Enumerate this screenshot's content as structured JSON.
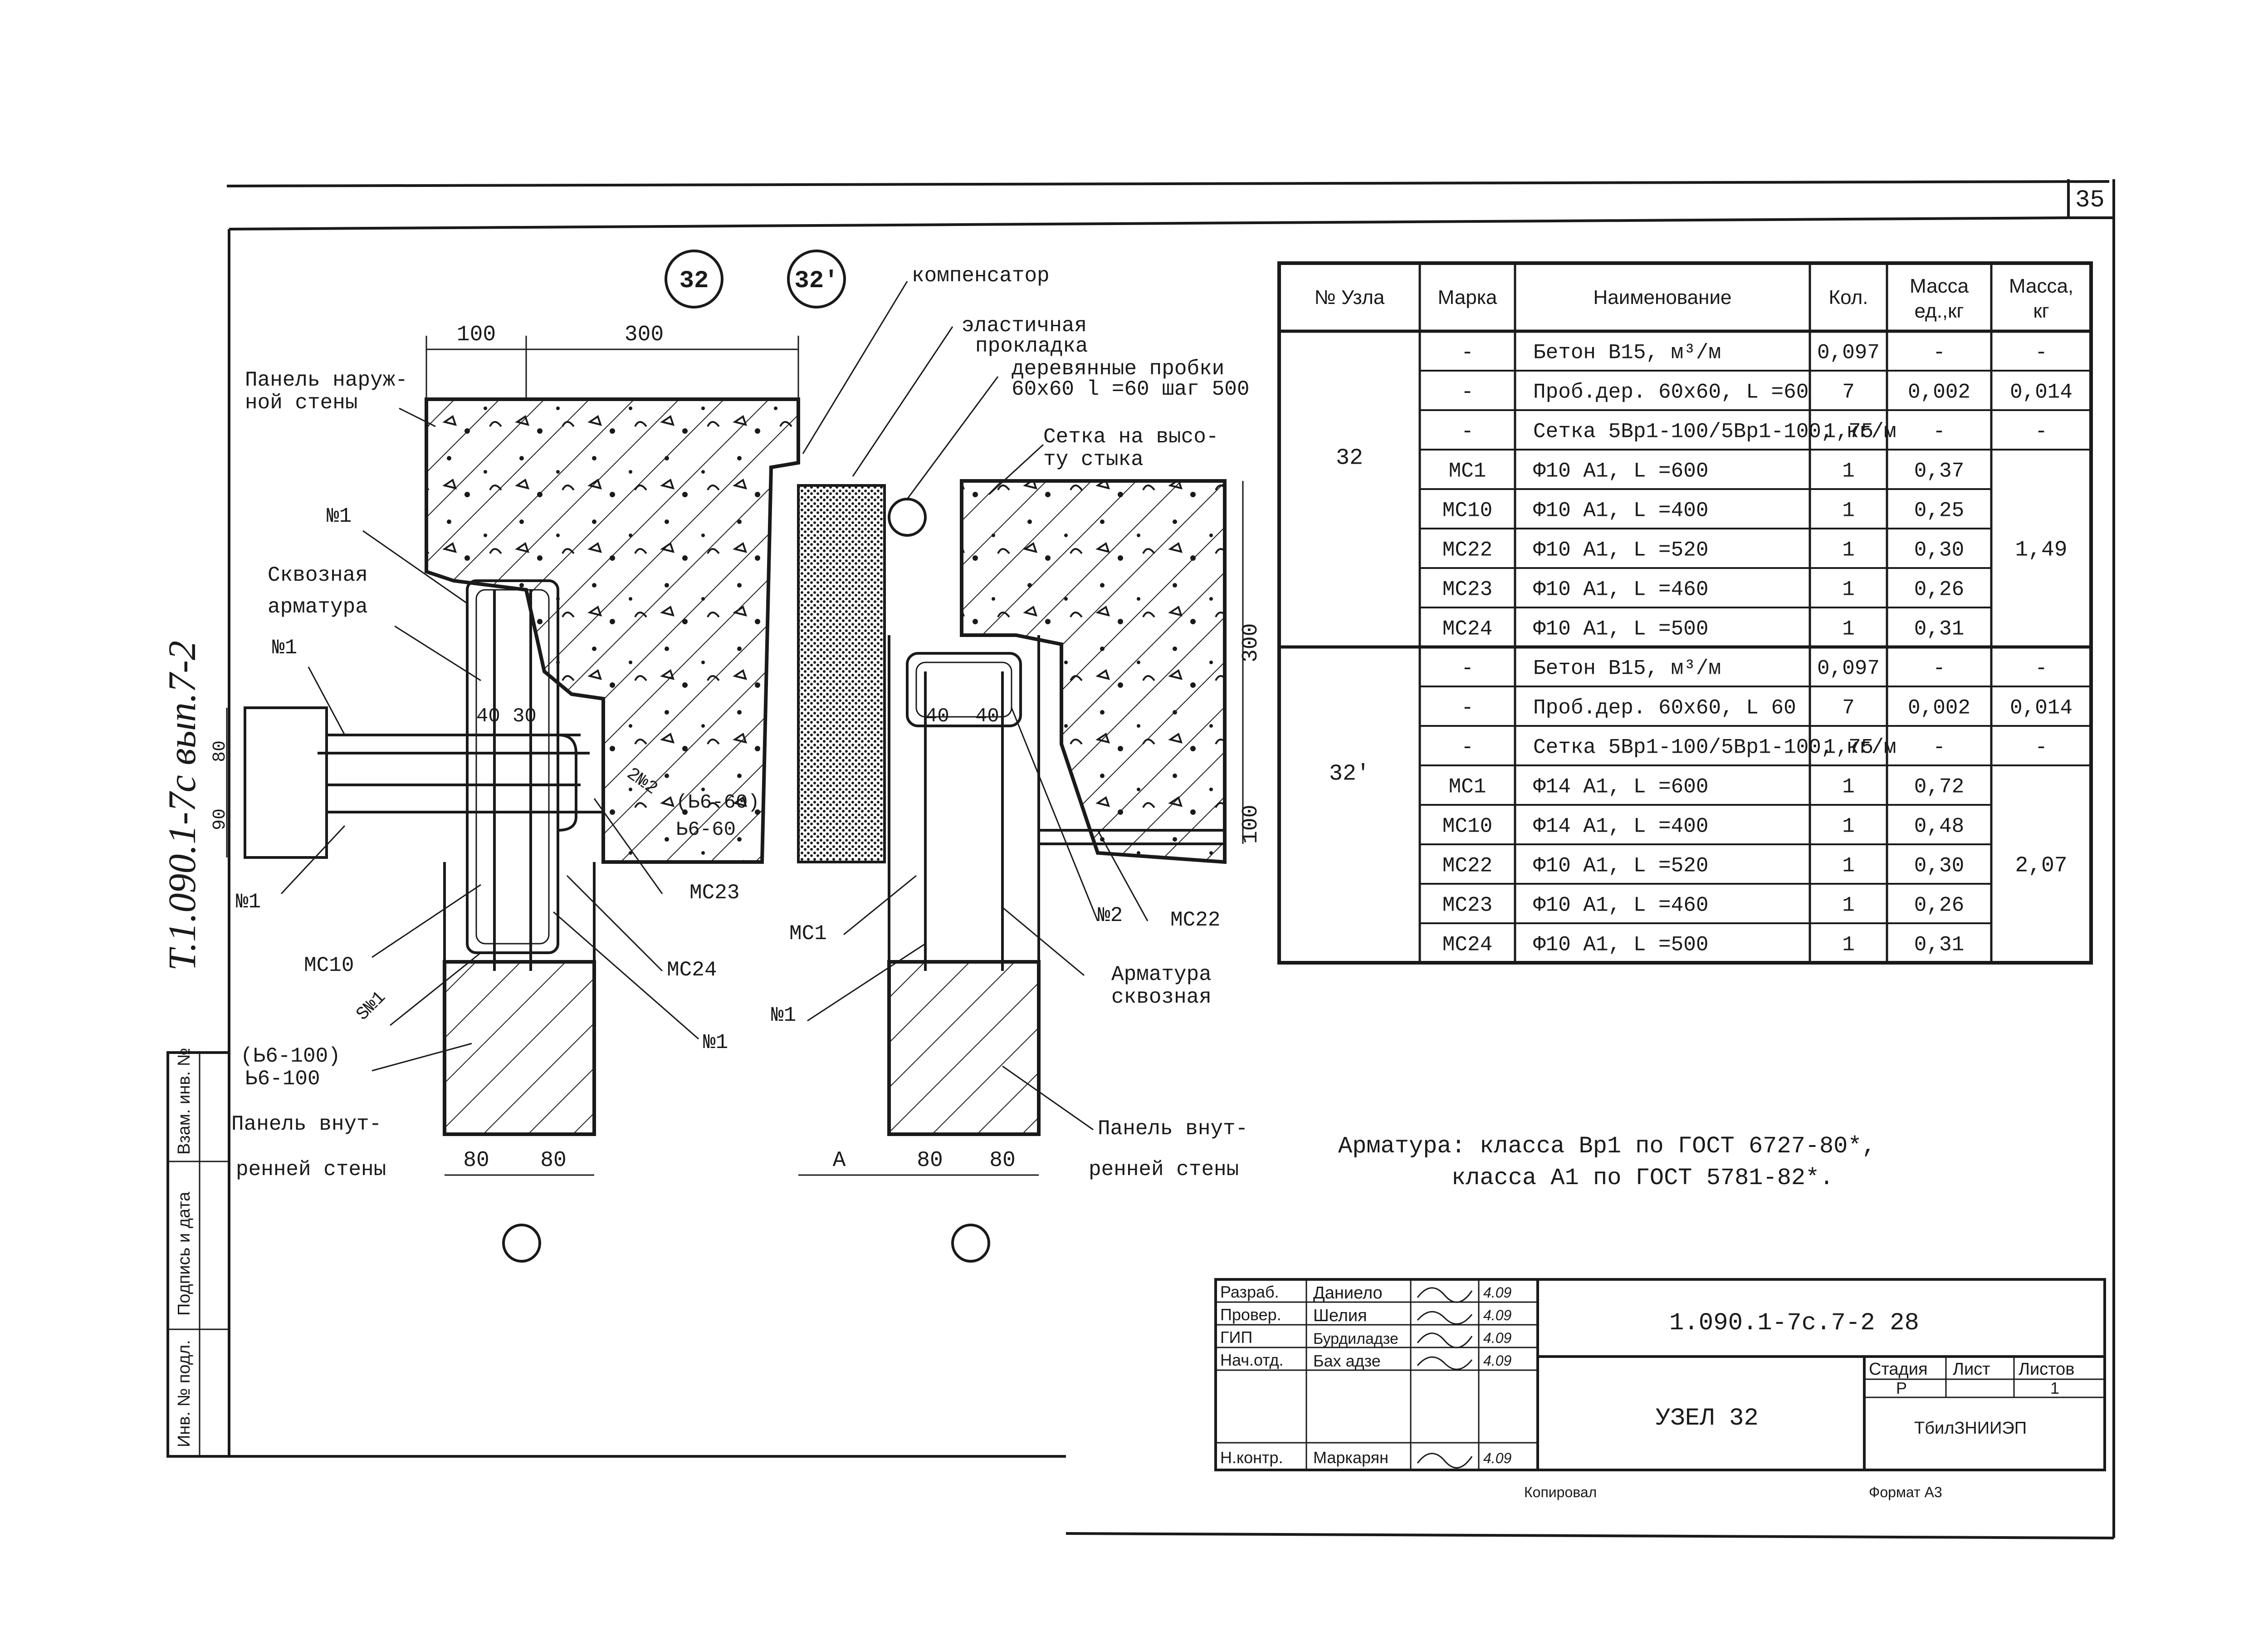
{
  "sheet": {
    "page_number": "35",
    "side_label": "Т.1.090.1-7с вып.7-2",
    "node_markers": [
      "32",
      "32'"
    ],
    "bottom_markers": [
      "",
      ""
    ]
  },
  "drawing_labels": {
    "compensator": "компенсатор",
    "elastic_pad_1": "эластичная",
    "elastic_pad_2": "прокладка",
    "wood_plugs_1": "деревянные пробки",
    "wood_plugs_2": "60х60  l =60 шаг 500",
    "mesh_1": "Сетка на высо-",
    "mesh_2": "ту стыка",
    "outer_panel_1": "Панель наруж-",
    "outer_panel_2": "ной стены",
    "n1_a": "№1",
    "through_rebar_1": "Сквозная",
    "through_rebar_2": "арматура",
    "n1_b": "№1",
    "n1_c": "№1",
    "mc10": "МС10",
    "s1": "S№1",
    "b6_100a": "(Ь6-100)",
    "b6_100b": "Ь6-100",
    "inner_panel_left_1": "Панель внут-",
    "inner_panel_left_2": "ренней стены",
    "dim_40a": "40",
    "dim_30": "30",
    "two_n2": "2№2",
    "b6_60a": "(Ь6-60)",
    "b6_60b": "Ь6-60",
    "mc23": "МС23",
    "mc24": "МС24",
    "n1_d": "№1",
    "mc1": "МС1",
    "n1_e": "№1",
    "dim_40b": "40",
    "dim_40c": "40",
    "n2": "№2",
    "mc22": "МС22",
    "rebar_through_1": "Арматура",
    "rebar_through_2": "сквозная",
    "inner_panel_right_1": "Панель внут-",
    "inner_panel_right_2": "ренней стены",
    "dim_100": "100",
    "dim_300": "300",
    "dim_80_left_a": "80",
    "dim_80_left_b": "80",
    "dim_80_right_a": "80",
    "dim_80_right_b": "80",
    "dim_A": "А",
    "dim_300v": "300",
    "dim_100v": "100",
    "dim_80v": "80",
    "dim_90v": "90"
  },
  "spec_table": {
    "headers": [
      "№ Узла",
      "Марка",
      "Наименование",
      "Кол.",
      "Масса ед.,кг",
      "Масса, кг"
    ],
    "groups": [
      {
        "node": "32",
        "total": "1,49",
        "rows": [
          [
            "-",
            "Бетон В15, м³/м",
            "0,097",
            "-",
            "-"
          ],
          [
            "-",
            "Проб.дер. 60х60, L =60",
            "7",
            "0,002",
            "0,014"
          ],
          [
            "-",
            "Сетка 5Вр1-100/5Вр1-100, кг/м",
            "1,75",
            "-",
            "-"
          ],
          [
            "МС1",
            "Ф10 А1, L =600",
            "1",
            "0,37",
            ""
          ],
          [
            "МС10",
            "Ф10 А1, L =400",
            "1",
            "0,25",
            ""
          ],
          [
            "МС22",
            "Ф10 А1, L =520",
            "1",
            "0,30",
            ""
          ],
          [
            "МС23",
            "Ф10 А1, L =460",
            "1",
            "0,26",
            ""
          ],
          [
            "МС24",
            "Ф10 А1, L =500",
            "1",
            "0,31",
            ""
          ]
        ]
      },
      {
        "node": "32'",
        "total": "2,07",
        "rows": [
          [
            "-",
            "Бетон В15, м³/м",
            "0,097",
            "-",
            "-"
          ],
          [
            "-",
            "Проб.дер. 60х60, L 60",
            "7",
            "0,002",
            "0,014"
          ],
          [
            "-",
            "Сетка 5Вр1-100/5Вр1-100, кг/м",
            "1,75",
            "-",
            "-"
          ],
          [
            "МС1",
            "Ф14 А1, L =600",
            "1",
            "0,72",
            ""
          ],
          [
            "МС10",
            "Ф14 А1, L =400",
            "1",
            "0,48",
            ""
          ],
          [
            "МС22",
            "Ф10 А1, L =520",
            "1",
            "0,30",
            ""
          ],
          [
            "МС23",
            "Ф10 А1, L =460",
            "1",
            "0,26",
            ""
          ],
          [
            "МС24",
            "Ф10 А1, L =500",
            "1",
            "0,31",
            ""
          ]
        ]
      }
    ]
  },
  "note": {
    "line1": "Арматура: класса Вр1 по ГОСТ 6727-80*,",
    "line2": "класса А1 по ГОСТ 5781-82*."
  },
  "title_block": {
    "roles": [
      "Разраб.",
      "Провер.",
      "ГИП",
      "Нач.отд.",
      "",
      "Н.контр."
    ],
    "names": [
      "Даниело",
      "Шелия",
      "Бурдиладзе",
      "Бах адзе",
      "",
      "Маркарян"
    ],
    "dates": [
      "4.09",
      "4.09",
      "4.09",
      "4.09",
      "",
      "4.09"
    ],
    "code": "1.090.1-7с.7-2  28",
    "title": "УЗЕЛ 32",
    "stage_label": "Стадия",
    "sheet_label": "Лист",
    "sheets_label": "Листов",
    "stage": "Р",
    "sheets": "1",
    "org": "ТбилЗНИИЭП"
  },
  "footer": {
    "copied": "Копировал",
    "format": "Формат А3"
  },
  "left_strip": [
    "Инв. № подл.",
    "Подпись и дата",
    "Взам. инв. №"
  ]
}
